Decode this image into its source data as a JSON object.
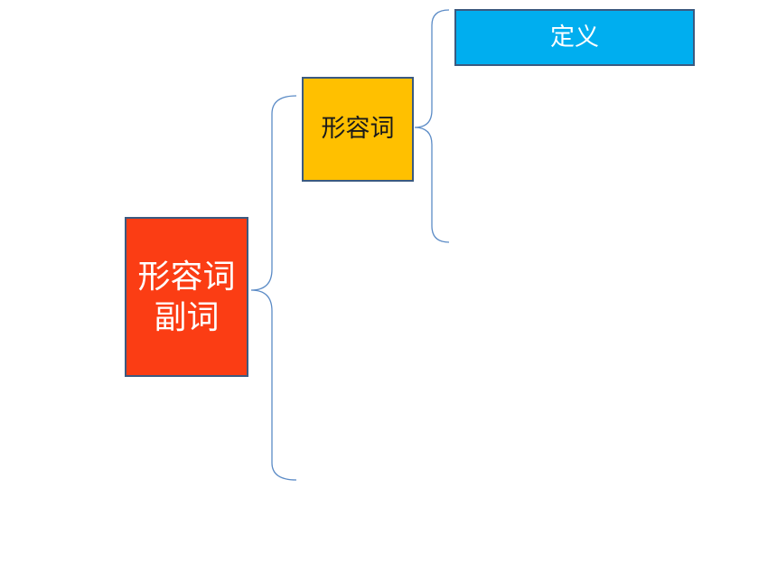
{
  "diagram": {
    "root": {
      "lines": [
        "形容词",
        "副词"
      ],
      "color": "#fb3d14"
    },
    "child": {
      "label": "形容词",
      "color": "#ffc000"
    },
    "leaf": {
      "label": "定义",
      "color": "#00aeef"
    },
    "connector_color": "#5b8bc6"
  }
}
